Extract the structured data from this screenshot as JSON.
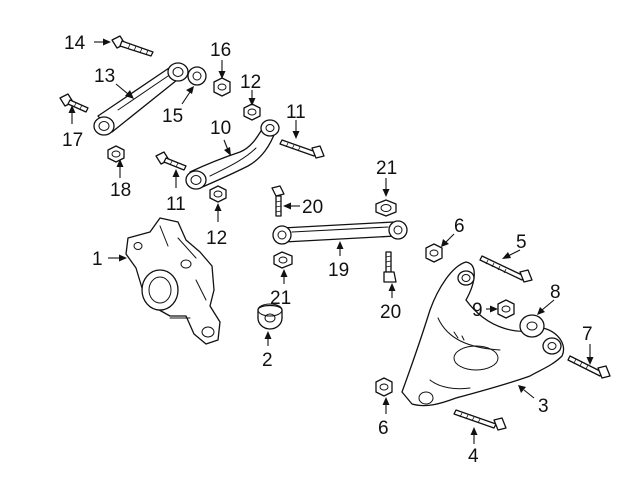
{
  "callouts": {
    "c1": "1",
    "c2": "2",
    "c3": "3",
    "c4": "4",
    "c5": "5",
    "c6a": "6",
    "c6b": "6",
    "c7": "7",
    "c8": "8",
    "c9": "9",
    "c10": "10",
    "c11a": "11",
    "c11b": "11",
    "c12a": "12",
    "c12b": "12",
    "c13": "13",
    "c14": "14",
    "c15": "15",
    "c16": "16",
    "c17": "17",
    "c18": "18",
    "c19": "19",
    "c20a": "20",
    "c20b": "20",
    "c21a": "21",
    "c21b": "21"
  },
  "colors": {
    "line": "#111111",
    "background": "#ffffff"
  }
}
